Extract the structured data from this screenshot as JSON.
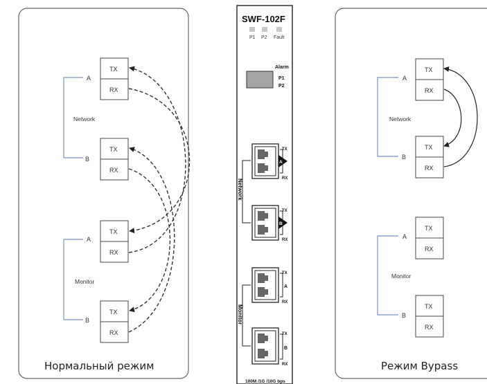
{
  "left_panel": {
    "caption": "Нормальный режим",
    "network_label": "Network",
    "monitor_label": "Monitor",
    "port_a": "A",
    "port_b": "B",
    "tx": "TX",
    "rx": "RX"
  },
  "right_panel": {
    "caption": "Режим Bypass",
    "network_label": "Network",
    "monitor_label": "Monitor",
    "port_a": "A",
    "port_b": "B",
    "tx": "TX",
    "rx": "RX"
  },
  "device": {
    "model": "SWF-102F",
    "led_p1": "P1",
    "led_p2": "P2",
    "led_fault": "Fault",
    "alarm": "Alarm",
    "alarm_p1": "P1",
    "alarm_p2": "P2",
    "network_label": "Network",
    "monitor_label": "Monitor",
    "tx": "TX",
    "rx": "RX",
    "port_a": "A",
    "port_b": "B",
    "footer": "100M /1G /10G bps"
  },
  "colors": {
    "bracket": "#7b8fc9",
    "panel_border": "#666666",
    "alarm_window": "#a6a6a6"
  }
}
